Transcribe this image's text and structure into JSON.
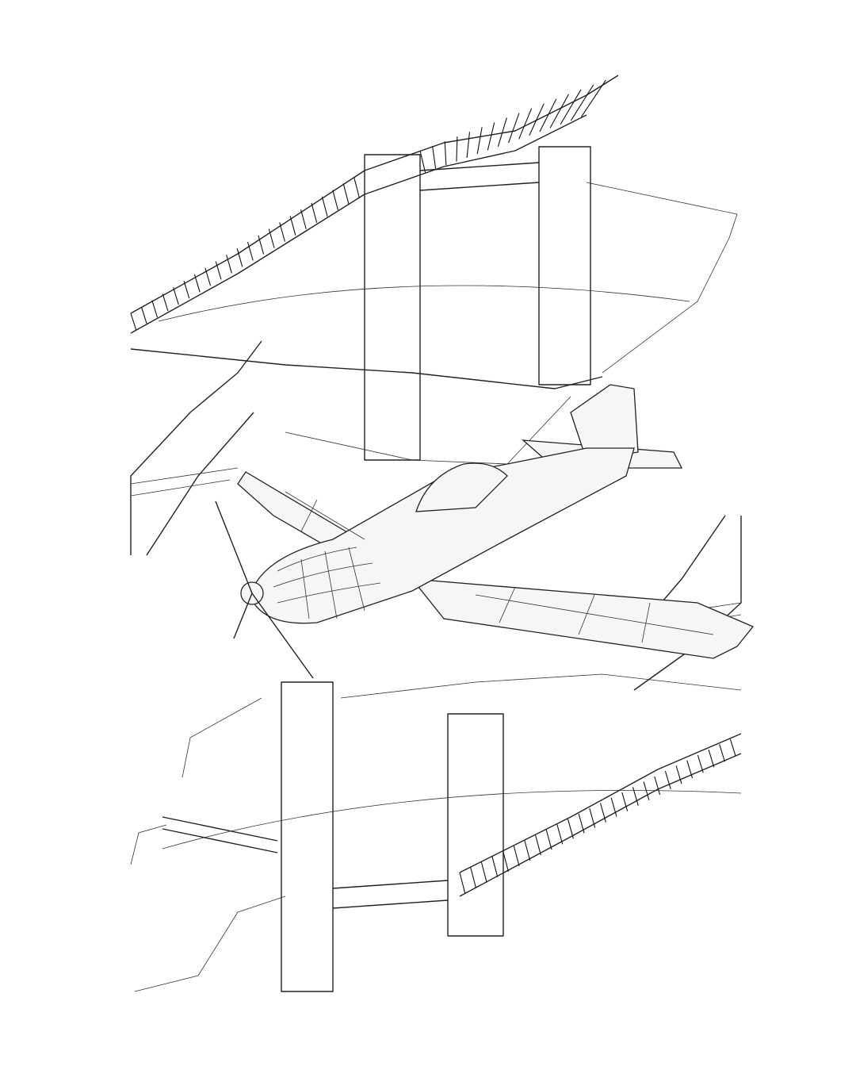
{
  "artwork": {
    "subject_elements": [
      "upper-bridge",
      "lower-bridge",
      "propeller-aircraft"
    ],
    "colors": {
      "background": "#ffffff",
      "ink": "#222222"
    }
  }
}
